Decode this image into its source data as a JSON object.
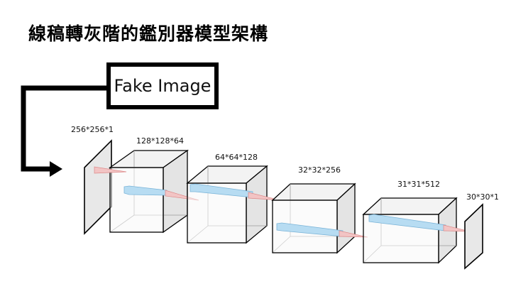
{
  "title": "線稿轉灰階的鑑別器模型架構",
  "input_label": "Fake Image",
  "layers": [
    {
      "label": "256*256*1"
    },
    {
      "label": "128*128*64"
    },
    {
      "label": "64*64*128"
    },
    {
      "label": "32*32*256"
    },
    {
      "label": "31*31*512"
    },
    {
      "label": "30*30*1"
    }
  ],
  "colors": {
    "arrow": "#000000",
    "kernel_red": "#e8a0a0",
    "feature_blue": "#9fd0ee",
    "box_fill": "#f2f2f2"
  }
}
